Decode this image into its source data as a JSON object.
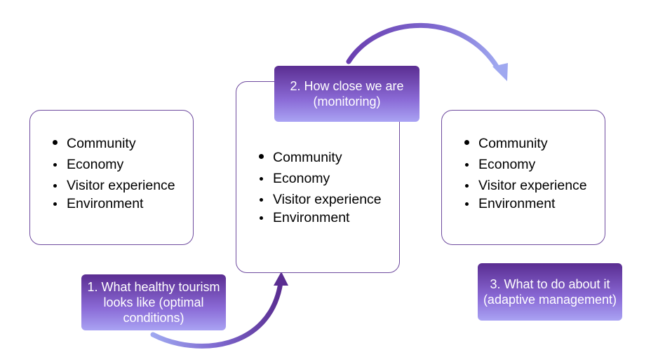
{
  "boxes": [
    {
      "items": [
        "Community",
        "Economy",
        "Visitor experience",
        "Environment"
      ]
    },
    {
      "items": [
        "Community",
        "Economy",
        "Visitor experience",
        "Environment"
      ]
    },
    {
      "items": [
        "Community",
        "Economy",
        "Visitor experience",
        "Environment"
      ]
    }
  ],
  "labels": {
    "step1": "1. What healthy tourism looks like (optimal conditions)",
    "step2": "2. How close we are (monitoring)",
    "step3": "3. What to do about it (adaptive management)"
  },
  "colors": {
    "box_border": "#6e4a9e",
    "label_top": "#5a2d91",
    "label_bottom": "#a9a3f3",
    "arrow": "#7b63c8"
  }
}
